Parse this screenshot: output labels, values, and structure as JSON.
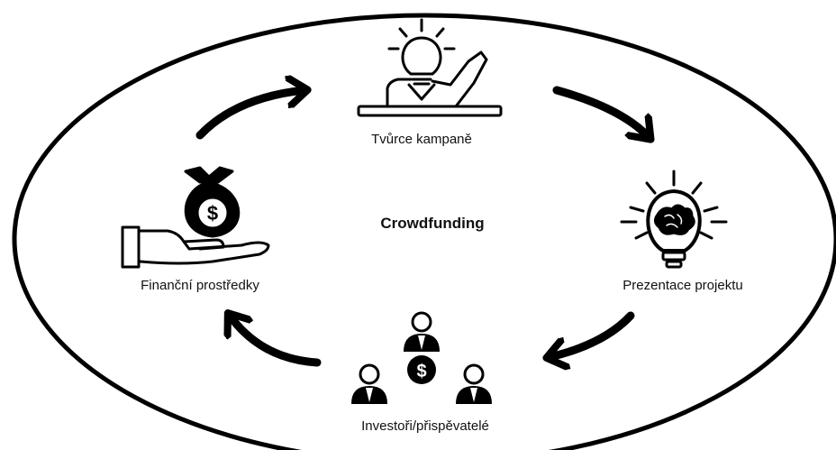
{
  "center_label": "Crowdfunding",
  "nodes": {
    "top": {
      "label": "Tvůrce kampaně",
      "icon": "inventor-lightbulb-icon"
    },
    "right": {
      "label": "Prezentace projektu",
      "icon": "brain-lightbulb-icon"
    },
    "bottom": {
      "label": "Investoři/přispěvatelé",
      "icon": "investors-money-icon"
    },
    "left": {
      "label": "Finanční prostředky",
      "icon": "money-bag-hand-icon"
    }
  },
  "money_symbol": "$",
  "colors": {
    "stroke": "#000000",
    "background": "#ffffff"
  }
}
